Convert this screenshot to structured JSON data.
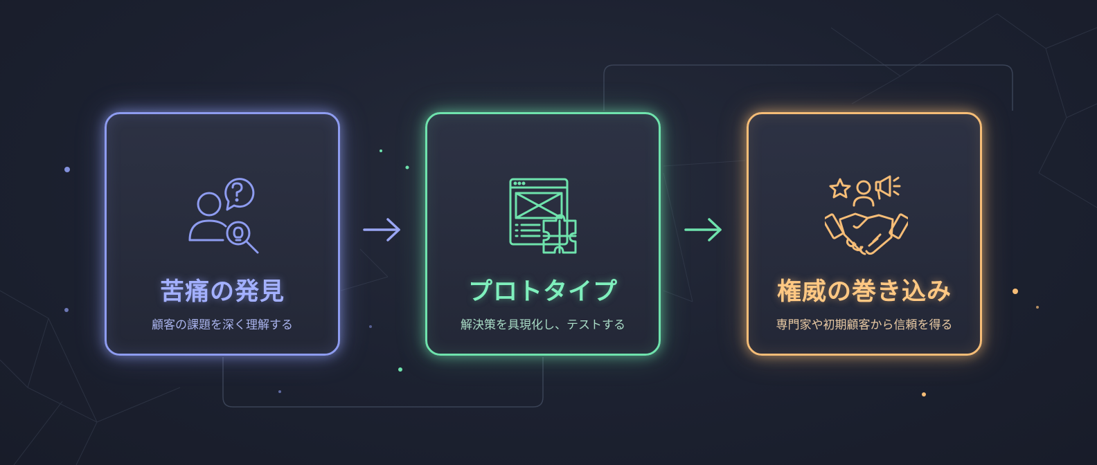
{
  "steps": [
    {
      "title": "苦痛の発見",
      "subtitle": "顧客の課題を深く理解する",
      "icon": "user-question-search-icon",
      "color": "#8e9cf0"
    },
    {
      "title": "プロトタイプ",
      "subtitle": "解決策を具現化し、テストする",
      "icon": "wireframe-puzzle-icon",
      "color": "#6fe3ad"
    },
    {
      "title": "権威の巻き込み",
      "subtitle": "専門家や初期顧客から信頼を得る",
      "icon": "handshake-star-megaphone-icon",
      "color": "#f6bd77"
    }
  ],
  "colors": {
    "background": "#1c2130"
  }
}
